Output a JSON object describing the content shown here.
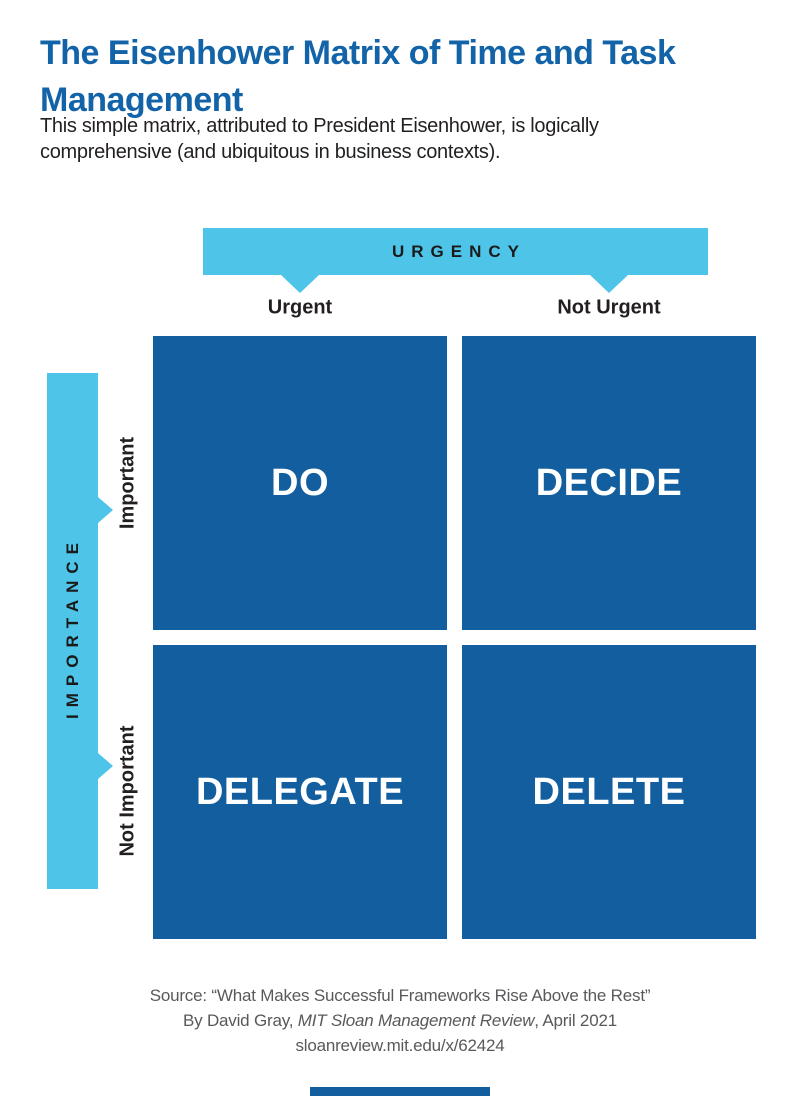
{
  "header": {
    "title_line1": "The Eisenhower Matrix of Time and Task",
    "title_line2": "Management",
    "subtitle_line1": "This simple matrix, attributed to President Eisenhower, is logically",
    "subtitle_line2": "comprehensive (and ubiquitous in business contexts)."
  },
  "axes": {
    "urgency": {
      "banner_label": "URGENCY",
      "ticks": [
        {
          "label": "Urgent"
        },
        {
          "label": "Not Urgent"
        }
      ]
    },
    "importance": {
      "banner_label": "IMPORTANCE",
      "ticks": [
        {
          "label": "Important"
        },
        {
          "label": "Not Important"
        }
      ]
    }
  },
  "matrix": {
    "quadrants": [
      {
        "label": "DO",
        "urgency": "Urgent",
        "importance": "Important"
      },
      {
        "label": "DECIDE",
        "urgency": "Not Urgent",
        "importance": "Important"
      },
      {
        "label": "DELEGATE",
        "urgency": "Urgent",
        "importance": "Not Important"
      },
      {
        "label": "DELETE",
        "urgency": "Not Urgent",
        "importance": "Not Important"
      }
    ]
  },
  "source": {
    "line1": "Source: “What Makes Successful Frameworks Rise Above the Rest”",
    "line2_prefix": "By David Gray, ",
    "line2_italic": "MIT Sloan Management Review",
    "line2_suffix": ", April 2021",
    "line3": "sloanreview.mit.edu/x/62424"
  },
  "colors": {
    "accent_light_blue": "#4EC5E8",
    "quadrant_blue": "#125E9E",
    "title_blue": "#1263A7",
    "text_dark": "#231F20",
    "source_gray": "#58595B"
  }
}
